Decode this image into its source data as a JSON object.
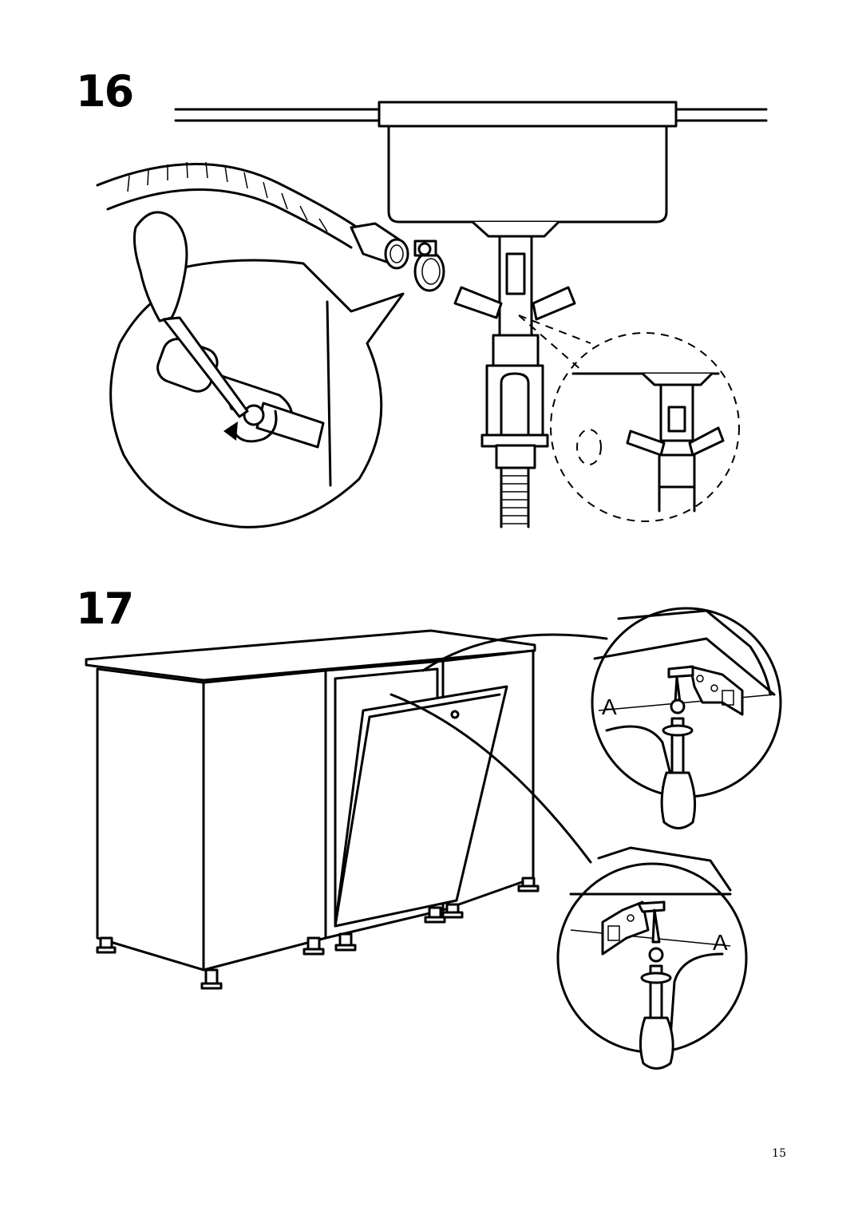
{
  "page": {
    "page_number": "15"
  },
  "steps": [
    {
      "number": "16",
      "title": ""
    },
    {
      "number": "17",
      "title": ""
    }
  ],
  "callouts": {
    "bracket_label_top": "A",
    "bracket_label_bottom": "A"
  },
  "icons": {
    "step16": [
      "sink-drain-icon",
      "hose-clamp-icon",
      "screwdriver-icon",
      "rotate-arrow-icon"
    ],
    "step17": [
      "dishwasher-cabinet-icon",
      "mounting-bracket-icon",
      "screw-icon",
      "screwdriver-icon"
    ]
  }
}
